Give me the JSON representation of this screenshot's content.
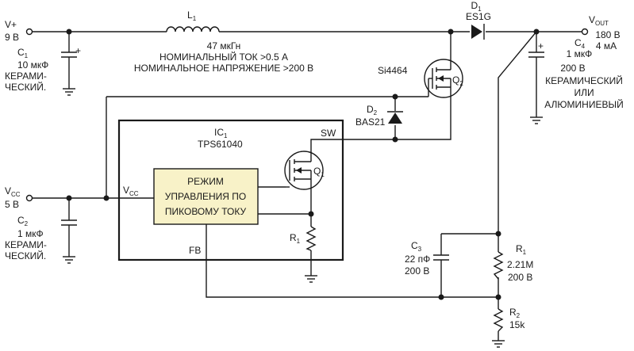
{
  "terminals": {
    "vplus": {
      "name": "V+",
      "value": "9 В"
    },
    "vcc": {
      "name": "V",
      "sub": "CC",
      "value": "5 В"
    },
    "vout": {
      "name": "V",
      "sub": "OUT",
      "value1": "180 В",
      "value2": "4 мА"
    }
  },
  "inductor": {
    "ref": "L",
    "num": "1",
    "value": "47 мкГн",
    "note1": "НОМИНАЛЬНЫЙ ТОК >0.5 А",
    "note2": "НОМИНАЛЬНОЕ НАПРЯЖЕНИЕ >200 В"
  },
  "d1": {
    "ref": "D",
    "num": "1",
    "part": "ES1G"
  },
  "d2": {
    "ref": "D",
    "num": "2",
    "part": "BAS21"
  },
  "c1": {
    "ref": "C",
    "num": "1",
    "value": "10 мкФ",
    "type1": "КЕРАМИ-",
    "type2": "ЧЕСКИЙ."
  },
  "c2": {
    "ref": "C",
    "num": "2",
    "value": "1 мкФ",
    "type1": "КЕРАМИ-",
    "type2": "ЧЕСКИЙ."
  },
  "c3": {
    "ref": "C",
    "num": "3",
    "value": "22 пФ",
    "voltage": "200 В"
  },
  "c4": {
    "ref": "C",
    "num": "4",
    "value": "1 мкФ",
    "voltage": "200 В",
    "type1": "КЕРАМИЧЕСКИЙ",
    "type2": "ИЛИ",
    "type3": "АЛЮМИНИЕВЫЙ"
  },
  "q2": {
    "part": "Si4464",
    "ref": "Q",
    "num": "2"
  },
  "q1": {
    "ref": "Q",
    "num": "1"
  },
  "ic1": {
    "ref": "IC",
    "num": "1",
    "part": "TPS61040",
    "pin_sw": "SW",
    "pin_fb": "FB",
    "pin_vcc": "V",
    "pin_vcc_sub": "CC"
  },
  "control_block": {
    "line1": "РЕЖИМ",
    "line2": "УПРАВЛЕНИЯ ПО",
    "line3": "ПИКОВОМУ ТОКУ"
  },
  "r1_int": {
    "ref": "R",
    "num": "1"
  },
  "r1": {
    "ref": "R",
    "num": "1",
    "value": "2.21M",
    "voltage": "200 В"
  },
  "r2": {
    "ref": "R",
    "num": "2",
    "value": "15k"
  }
}
